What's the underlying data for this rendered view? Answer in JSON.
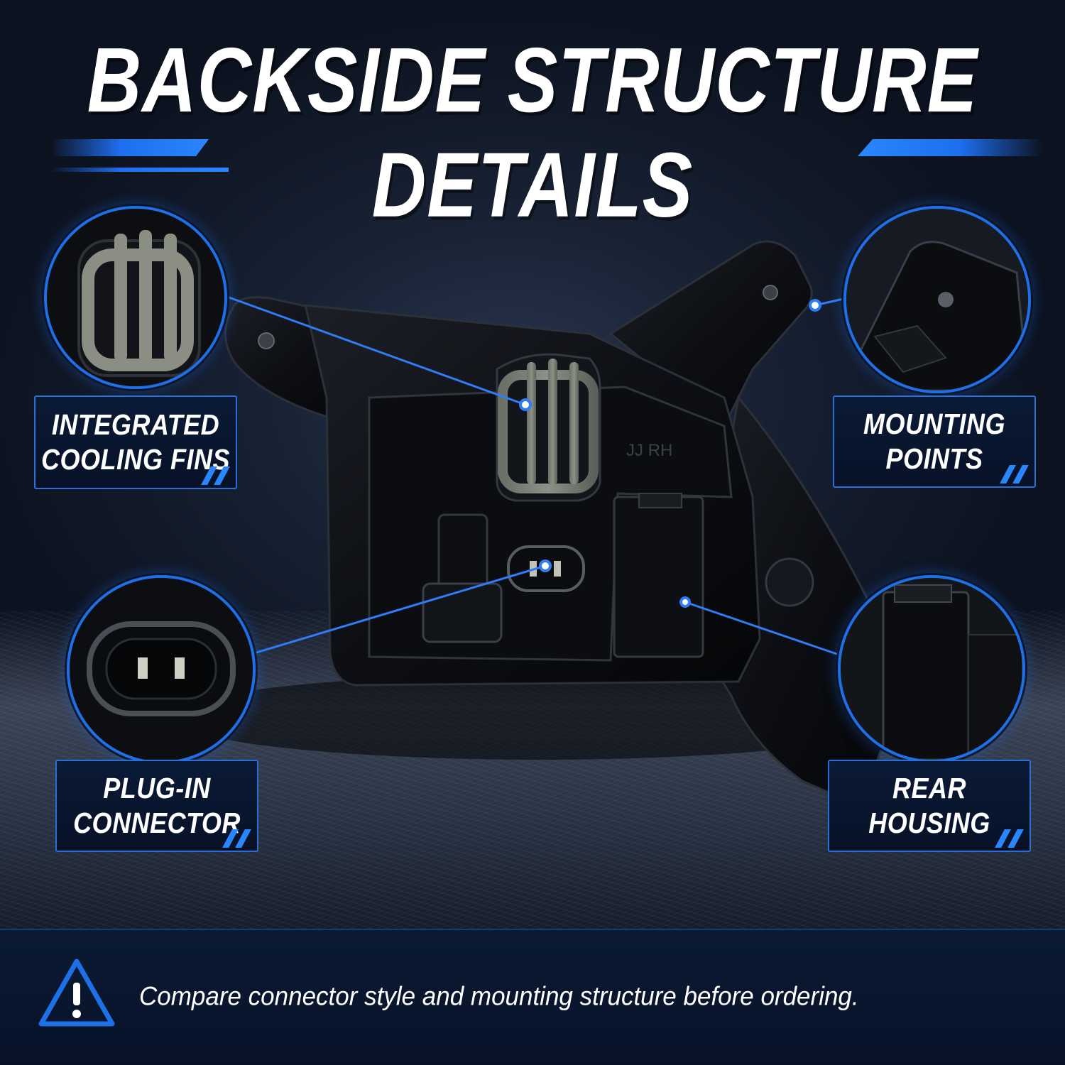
{
  "title": "BACKSIDE STRUCTURE DETAILS",
  "callouts": {
    "cooling_fins": "INTEGRATED\nCOOLING FINS",
    "mounting_points": "MOUNTING\nPOINTS",
    "plug_connector": "PLUG-IN\nCONNECTOR",
    "rear_housing": "REAR\nHOUSING"
  },
  "housing_marking": "JJ   RH",
  "footer": {
    "note": "Compare connector style and mounting structure before ordering.",
    "icon": "warning-triangle-icon"
  },
  "colors": {
    "accent_blue": "#1f6fe6",
    "background": "#0e1524",
    "label_box": "#071228"
  }
}
